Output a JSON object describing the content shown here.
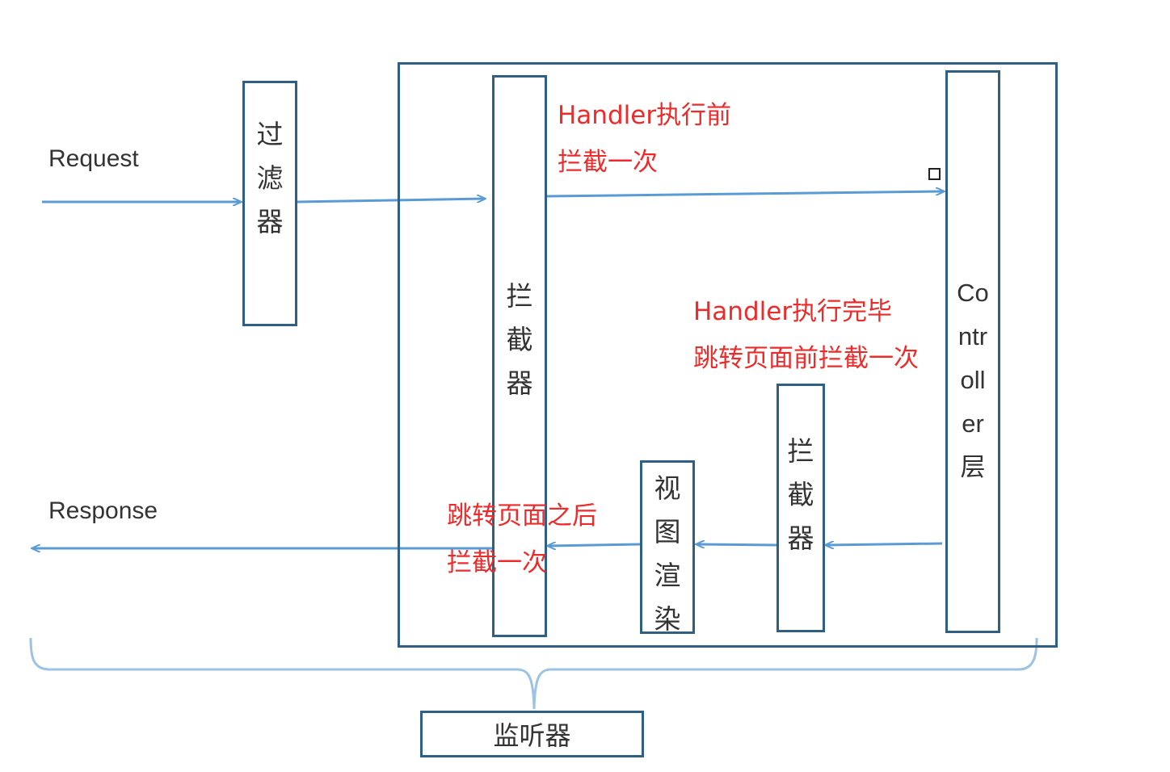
{
  "labels": {
    "request": "Request",
    "response": "Response"
  },
  "boxes": {
    "filter": [
      "过",
      "滤",
      "器"
    ],
    "interceptor_main": [
      "拦",
      "截",
      "器"
    ],
    "interceptor_small": [
      "拦",
      "截",
      "器"
    ],
    "view_render": [
      "视",
      "图",
      "渲",
      "染"
    ],
    "controller": [
      "Co",
      "ntr",
      "oll",
      "er",
      "层"
    ],
    "listener": "监听器"
  },
  "annotations": {
    "before_handler": [
      "Handler执行前",
      "拦截一次"
    ],
    "after_handler": [
      "Handler执行完毕",
      "跳转页面前拦截一次"
    ],
    "after_view": [
      "跳转页面之后",
      "拦截一次"
    ]
  },
  "colors": {
    "box_border": "#2f5f82",
    "arrow": "#5b9bd5",
    "annotation": "#ee2b2b",
    "brace": "#9cc3e4"
  }
}
